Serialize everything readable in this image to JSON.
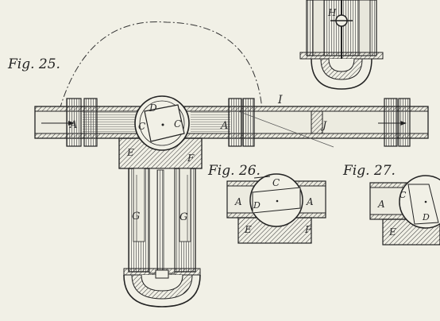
{
  "figures": {
    "fig25": "Fig. 25.",
    "fig26": "Fig. 26.",
    "fig27": "Fig. 27."
  },
  "labels": {
    "A": "A",
    "C": "C",
    "D": "D",
    "E": "E",
    "F": "F",
    "G": "G",
    "H": "H",
    "I": "I",
    "J": "J"
  },
  "colors": {
    "paper": "#f1f0e6",
    "ink": "#2b2b2b"
  }
}
